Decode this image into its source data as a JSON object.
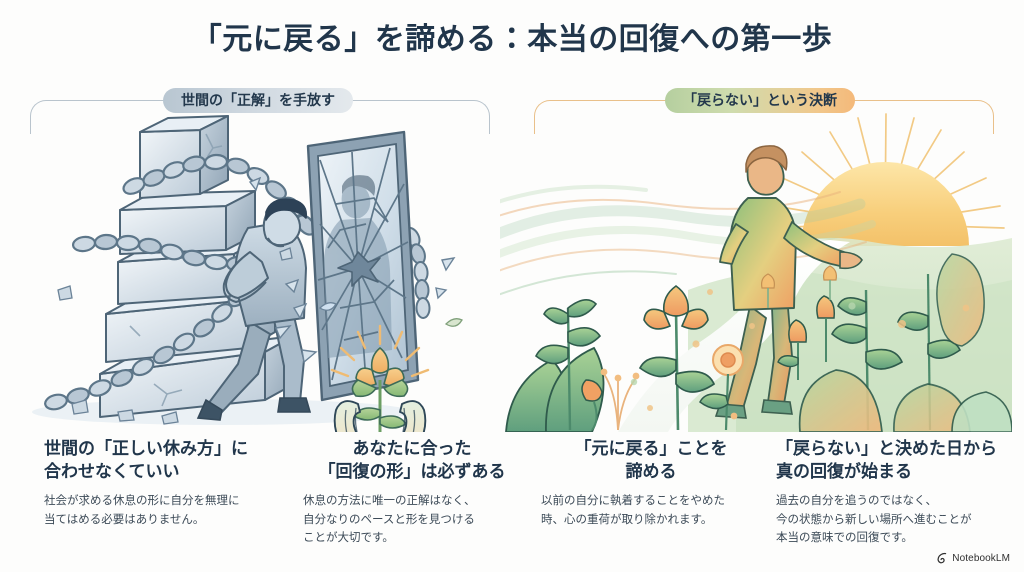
{
  "title": "「元に戻る」を諦める：本当の回復への第一歩",
  "sections": {
    "left": {
      "pill_label": "世間の「正解」を手放す",
      "rail_color": "#b9c4cd"
    },
    "right": {
      "pill_label": "「戻らない」という決断",
      "rail_color": "#e9c08a"
    }
  },
  "illustrations": {
    "left": {
      "scene_name": "chained-man-pulling-stone-blocks-and-broken-mirror",
      "elements": [
        "stacked-stone-blocks",
        "heavy-chains",
        "straining-man",
        "cracked-mirror",
        "mirror-reflection",
        "glass-shards",
        "cupped-hands-with-flower"
      ],
      "palette": [
        "#4a6070",
        "#8ea4b5",
        "#c3d1dc",
        "#e3ebf1",
        "#2c3e50"
      ]
    },
    "right": {
      "scene_name": "man-walking-forward-toward-sunrise-through-flowers",
      "elements": [
        "walking-man",
        "open-arms",
        "winding-path",
        "rising-sun",
        "sun-rays",
        "flowers",
        "foliage",
        "flowing-ribbons"
      ],
      "palette": [
        "#7fb069",
        "#a8c686",
        "#f4c06a",
        "#f0a868",
        "#e9825a",
        "#2f4858"
      ]
    }
  },
  "columns": [
    {
      "heading": "世間の「正しい休み方」に\n合わせなくていい",
      "body": "社会が求める休息の形に自分を無理に\n当てはめる必要はありません。"
    },
    {
      "heading": "あなたに合った\n「回復の形」は必ずある",
      "body": "休息の方法に唯一の正解はなく、\n自分なりのペースと形を見つける\nことが大切です。"
    },
    {
      "heading": "「元に戻る」ことを\n諦める",
      "body": "以前の自分に執着することをやめた\n時、心の重荷が取り除かれます。"
    },
    {
      "heading": "「戻らない」と決めた日から\n真の回復が始まる",
      "body": "過去の自分を追うのではなく、\n今の状態から新しい場所へ進むことが\n本当の意味での回復です。"
    }
  ],
  "watermark": {
    "label": "NotebookLM",
    "icon": "notebooklm-spiral-icon"
  },
  "colors": {
    "background": "#fdfdfc",
    "title_text": "#21364b",
    "heading_text": "#21364b",
    "body_text": "#3c4a57",
    "left_accent": "#b9c4cd",
    "right_accent": "#e9c08a"
  }
}
